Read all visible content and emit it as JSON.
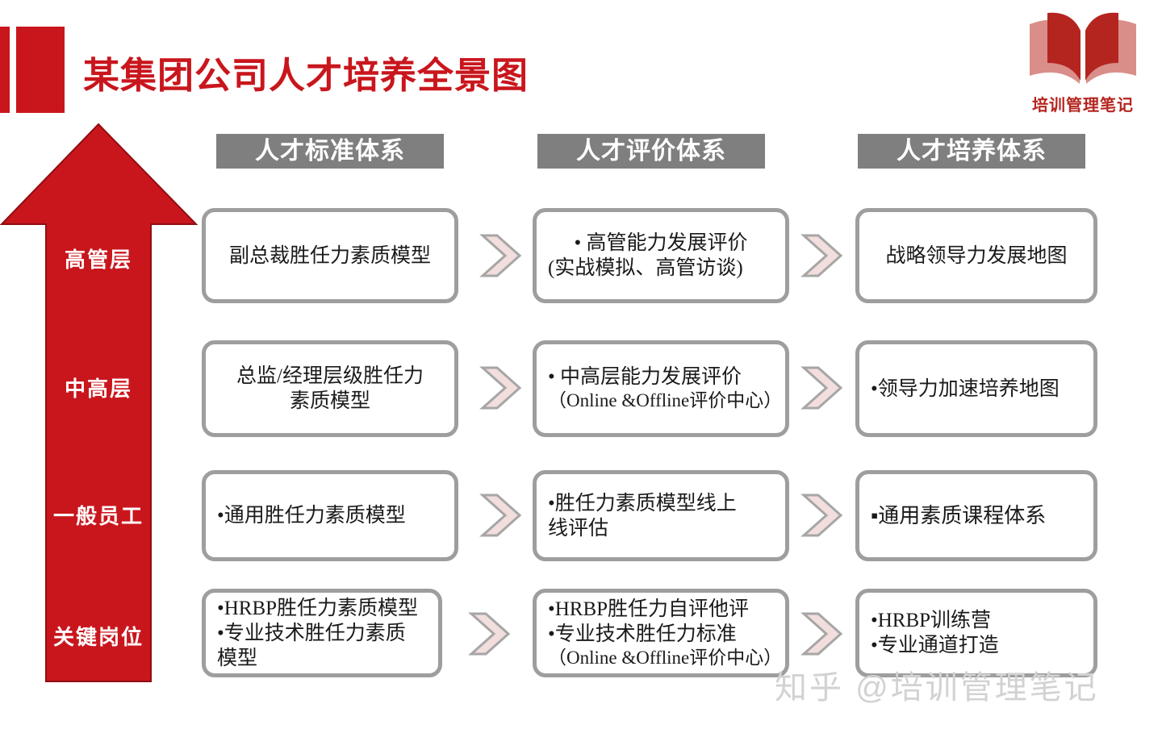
{
  "header": {
    "title": "某集团公司人才培养全景图",
    "accent_color": "#c9161d",
    "logo": {
      "name": "open-book-logo",
      "caption": "培训管理笔记"
    }
  },
  "levels": [
    {
      "label": "高管层"
    },
    {
      "label": "中高层"
    },
    {
      "label": "一般员工"
    },
    {
      "label": "关键岗位"
    }
  ],
  "columns": [
    {
      "title": "人才标准体系"
    },
    {
      "title": "人才评价体系"
    },
    {
      "title": "人才培养体系"
    }
  ],
  "cells": {
    "r1c1": {
      "l1": "副总裁胜任力素质模型"
    },
    "r1c2": {
      "l1": "• 高管能力发展评价",
      "l2": "(实战模拟、高管访谈)"
    },
    "r1c3": {
      "l1": "战略领导力发展地图"
    },
    "r2c1": {
      "l1": "总监/经理层级胜任力",
      "l2": "素质模型"
    },
    "r2c2": {
      "l1": "• 中高层能力发展评价",
      "l2": "（Online &Offline评价中心）"
    },
    "r2c3": {
      "l1": "•领导力加速培养地图"
    },
    "r3c1": {
      "l1": "•通用胜任力素质模型"
    },
    "r3c2": {
      "l1": "•胜任力素质模型线上",
      "l2": "线评估"
    },
    "r3c3": {
      "l1": "▪通用素质课程体系"
    },
    "r4c1": {
      "l1": "•HRBP胜任力素质模型",
      "l2": "•专业技术胜任力素质",
      "l3": "模型"
    },
    "r4c2": {
      "l1": "•HRBP胜任力自评他评",
      "l2": "•专业技术胜任力标准",
      "l3": "（Online &Offline评价中心）"
    },
    "r4c3": {
      "l1": "•HRBP训练营",
      "l2": "•专业通道打造"
    }
  },
  "watermark": {
    "text": "知乎 @培训管理笔记"
  },
  "palette": {
    "red": "#c9161d",
    "gray_header": "#7f7f7f",
    "card_border": "#9e9e9e",
    "chevron_fill": "#f2dedd",
    "chevron_stroke": "#a6a6a6"
  }
}
